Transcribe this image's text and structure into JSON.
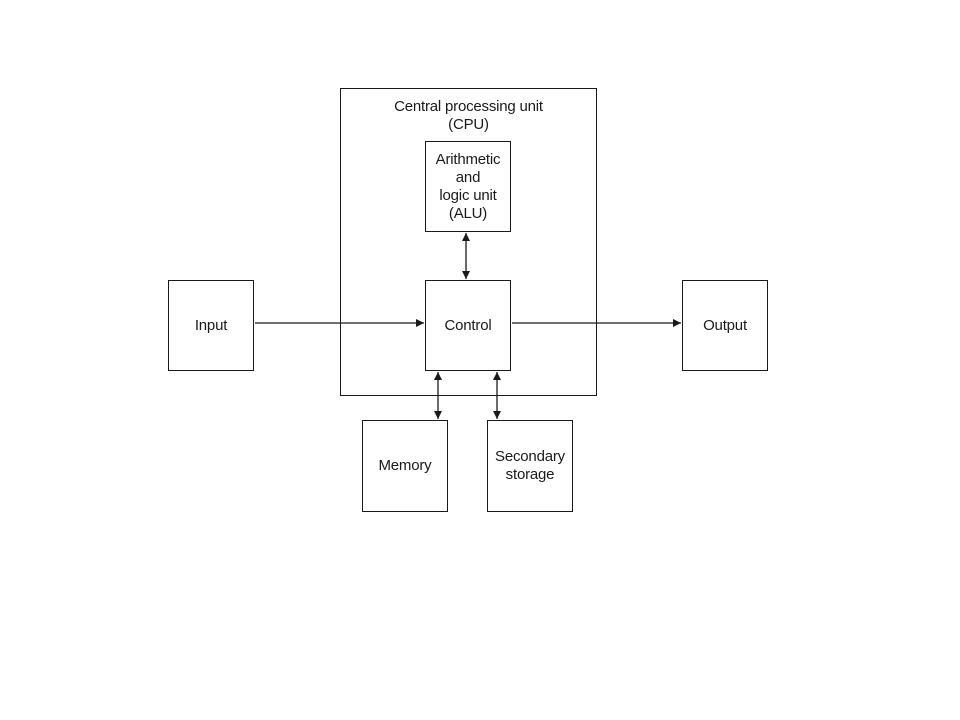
{
  "diagram": {
    "nodes": {
      "cpu": {
        "label": "Central processing unit\n(CPU)"
      },
      "alu": {
        "label": "Arithmetic\nand\nlogic unit\n(ALU)"
      },
      "control": {
        "label": "Control"
      },
      "input": {
        "label": "Input"
      },
      "output": {
        "label": "Output"
      },
      "memory": {
        "label": "Memory"
      },
      "secondary_storage": {
        "label": "Secondary\nstorage"
      }
    },
    "edges": [
      {
        "from": "input",
        "to": "control",
        "direction": "one-way"
      },
      {
        "from": "control",
        "to": "output",
        "direction": "one-way"
      },
      {
        "from": "alu",
        "to": "control",
        "direction": "two-way"
      },
      {
        "from": "control",
        "to": "memory",
        "direction": "two-way"
      },
      {
        "from": "control",
        "to": "secondary_storage",
        "direction": "two-way"
      }
    ],
    "line_color": "#1a1a1a"
  }
}
